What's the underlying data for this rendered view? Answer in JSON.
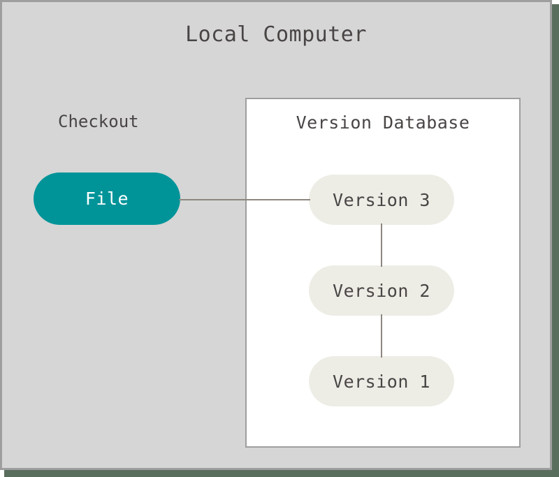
{
  "diagram": {
    "title": "Local Computer",
    "background_color": "#d6d6d6",
    "frame_border_color": "#9e9e9e",
    "shadow_color": "#5a6e5e",
    "text_color": "#4a4545"
  },
  "checkout": {
    "label": "Checkout",
    "node": {
      "label": "File",
      "fill_color": "#009499",
      "text_color": "#ffffff"
    }
  },
  "version_database": {
    "title": "Version Database",
    "panel_fill": "#ffffff",
    "panel_border": "#9e9e9e",
    "node_fill": "#edede6",
    "nodes": [
      {
        "label": "Version 3"
      },
      {
        "label": "Version 2"
      },
      {
        "label": "Version 1"
      }
    ]
  },
  "edges": {
    "color": "#8d8780",
    "connections": [
      {
        "from": "File",
        "to": "Version 3",
        "orientation": "horizontal"
      },
      {
        "from": "Version 3",
        "to": "Version 2",
        "orientation": "vertical"
      },
      {
        "from": "Version 2",
        "to": "Version 1",
        "orientation": "vertical"
      }
    ]
  }
}
